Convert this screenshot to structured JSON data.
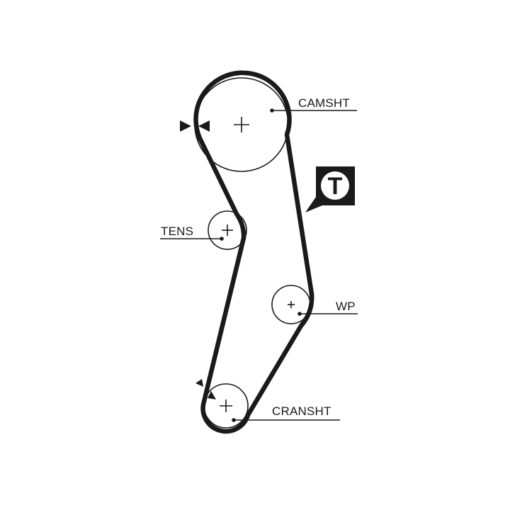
{
  "diagram": {
    "labels": {
      "camshaft": "CAMSHT",
      "tensioner": "TENS",
      "water_pump": "WP",
      "crankshaft": "CRANSHT"
    },
    "tool_badge": {
      "letter": "T"
    },
    "colors": {
      "belt": "#1a1a1a",
      "pulley": "#1a1a1a",
      "background": "#ffffff"
    }
  }
}
